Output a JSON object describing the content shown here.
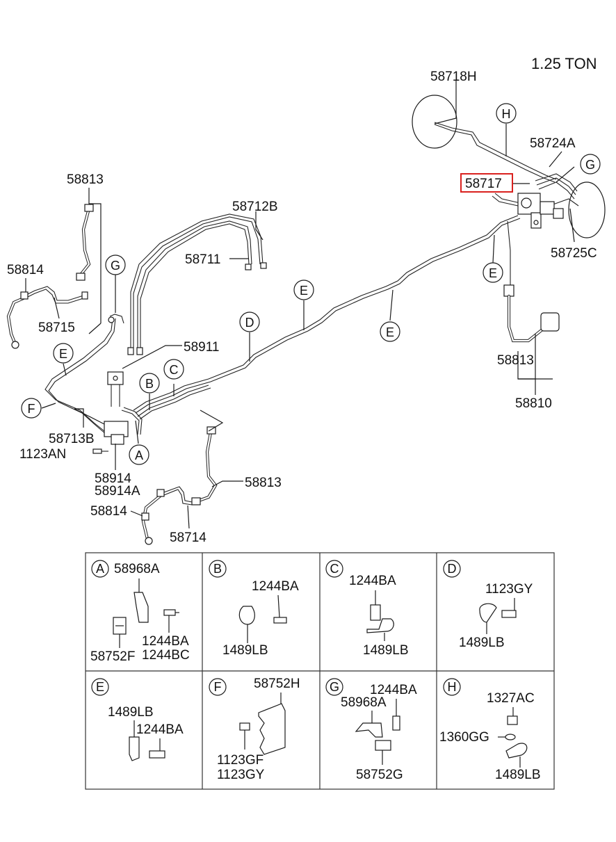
{
  "title": "1.25 TON",
  "highlighted_part": "58717",
  "labels": {
    "p58718H": "58718H",
    "p58724A": "58724A",
    "p58717": "58717",
    "p58725C": "58725C",
    "p58813_top": "58813",
    "p58712B": "58712B",
    "p58711": "58711",
    "p58814_left": "58814",
    "p58715": "58715",
    "p58911": "58911",
    "p58713B": "58713B",
    "p1123AN": "1123AN",
    "p58914": "58914",
    "p58914A": "58914A",
    "p58813_mid": "58813",
    "p58814_bot": "58814",
    "p58714": "58714",
    "p58813_right": "58813",
    "p58810": "58810"
  },
  "callouts": {
    "H": "H",
    "G_top": "G",
    "E_right": "E",
    "E_mid": "E",
    "E_pipe": "E",
    "D": "D",
    "C": "C",
    "B": "B",
    "A": "A",
    "E_left": "E",
    "F": "F",
    "G_left": "G"
  },
  "detail_panels": [
    {
      "letter": "A",
      "parts": [
        "58968A",
        "1244BA",
        "1244BC",
        "58752F"
      ]
    },
    {
      "letter": "B",
      "parts": [
        "1244BA",
        "1489LB"
      ]
    },
    {
      "letter": "C",
      "parts": [
        "1244BA",
        "1489LB"
      ]
    },
    {
      "letter": "D",
      "parts": [
        "1123GY",
        "1489LB"
      ]
    },
    {
      "letter": "E",
      "parts": [
        "1489LB",
        "1244BA"
      ]
    },
    {
      "letter": "F",
      "parts": [
        "58752H",
        "1123GF",
        "1123GY"
      ]
    },
    {
      "letter": "G",
      "parts": [
        "1244BA",
        "58968A",
        "58752G"
      ]
    },
    {
      "letter": "H",
      "parts": [
        "1327AC",
        "1360GG",
        "1489LB"
      ]
    }
  ],
  "colors": {
    "highlight": "#d9211e",
    "line": "#1a1a1a"
  }
}
